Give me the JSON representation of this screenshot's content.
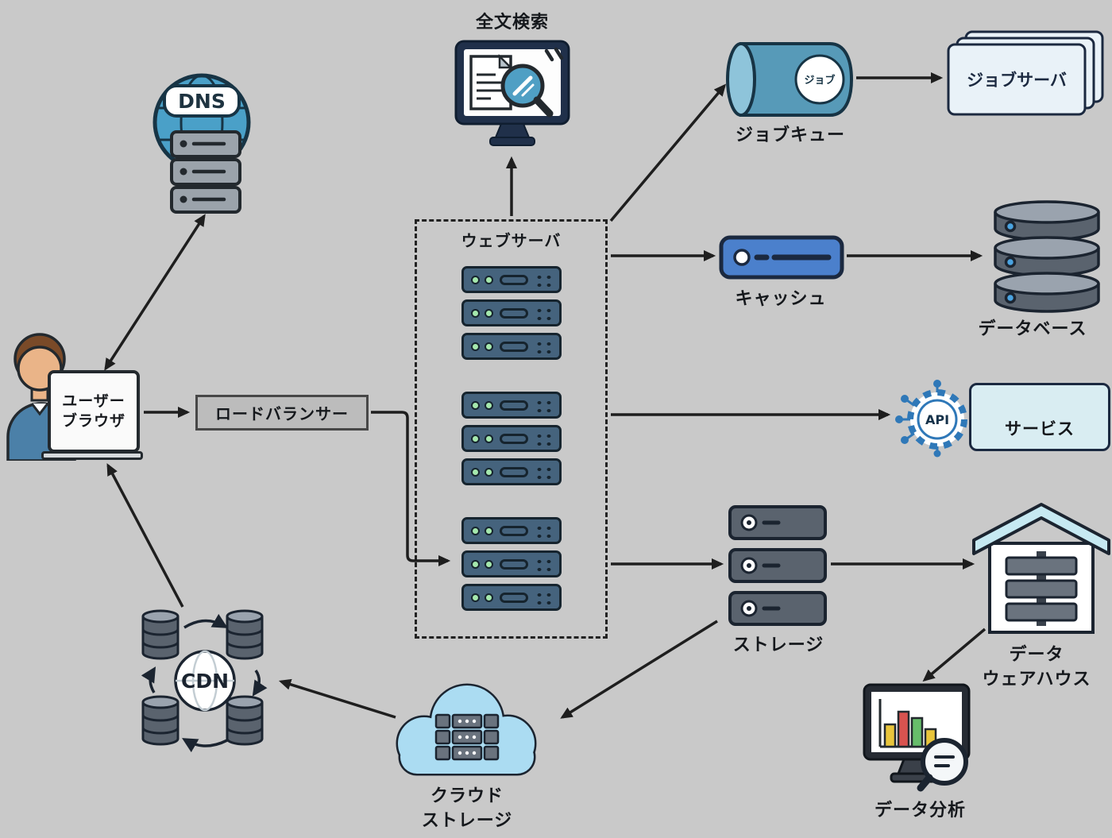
{
  "diagram": {
    "background_color": "#c9c9c9",
    "arrow_color": "#1e1e1e",
    "nodes": {
      "fulltext_search": {
        "label": "全文検索"
      },
      "dns": {
        "label": "DNS"
      },
      "job_queue": {
        "label": "ジョブキュー",
        "badge": "ジョブ"
      },
      "job_server": {
        "label": "ジョブサーバ"
      },
      "web_server": {
        "label": "ウェブサーバ"
      },
      "cache": {
        "label": "キャッシュ"
      },
      "database": {
        "label": "データベース"
      },
      "user_browser": {
        "line1": "ユーザー",
        "line2": "ブラウザ"
      },
      "load_balancer": {
        "label": "ロードバランサー"
      },
      "api_gateway": {
        "label": "API"
      },
      "service": {
        "label": "サービス"
      },
      "storage": {
        "label": "ストレージ"
      },
      "data_warehouse": {
        "line1": "データ",
        "line2": "ウェアハウス"
      },
      "cdn": {
        "label": "CDN"
      },
      "cloud_storage": {
        "line1": "クラウド",
        "line2": "ストレージ"
      },
      "data_analysis": {
        "label": "データ分析"
      }
    },
    "edges": [
      {
        "from": "user_browser",
        "to": "dns",
        "bidirectional": true
      },
      {
        "from": "user_browser",
        "to": "load_balancer"
      },
      {
        "from": "load_balancer",
        "to": "web_server"
      },
      {
        "from": "web_server",
        "to": "fulltext_search"
      },
      {
        "from": "web_server",
        "to": "job_queue"
      },
      {
        "from": "job_queue",
        "to": "job_server"
      },
      {
        "from": "web_server",
        "to": "cache"
      },
      {
        "from": "cache",
        "to": "database"
      },
      {
        "from": "web_server",
        "to": "service"
      },
      {
        "from": "web_server",
        "to": "storage"
      },
      {
        "from": "storage",
        "to": "data_warehouse"
      },
      {
        "from": "data_warehouse",
        "to": "data_analysis"
      },
      {
        "from": "storage",
        "to": "cloud_storage"
      },
      {
        "from": "cloud_storage",
        "to": "cdn"
      },
      {
        "from": "cdn",
        "to": "user_browser"
      }
    ]
  }
}
